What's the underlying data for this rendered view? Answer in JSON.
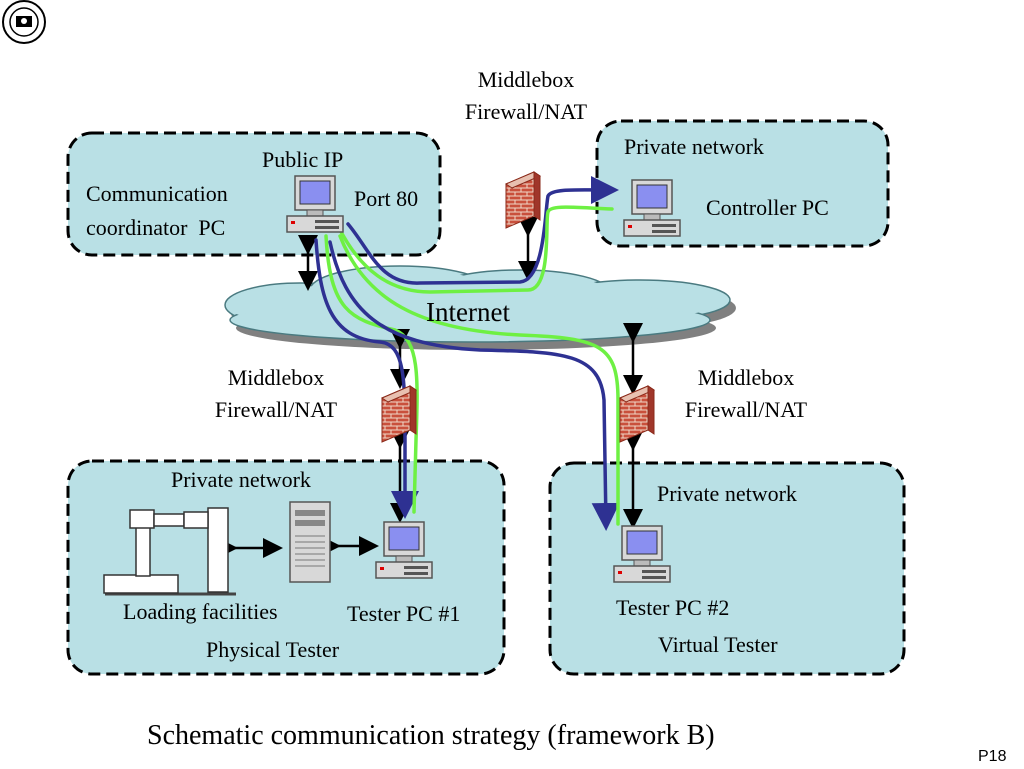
{
  "slide": {
    "logo_label": "university-seal",
    "caption": "Schematic communication strategy (framework B)",
    "page_number": "P18"
  },
  "colors": {
    "box_fill": "#b9e0e5",
    "cloud_fill": "#b9e0e5",
    "blue_path": "#2e3192",
    "green_path": "#6ef043",
    "firewall": "#c24a3a"
  },
  "internet": {
    "label": "Internet"
  },
  "middleboxes": {
    "top": {
      "line1": "Middlebox",
      "line2": "Firewall/NAT"
    },
    "left": {
      "line1": "Middlebox",
      "line2": "Firewall/NAT"
    },
    "right": {
      "line1": "Middlebox",
      "line2": "Firewall/NAT"
    }
  },
  "coordinator": {
    "public_ip": "Public IP",
    "line1": "Communication",
    "line2": "coordinator  PC",
    "port": "Port 80"
  },
  "controller": {
    "network": "Private network",
    "pc": "Controller PC"
  },
  "physical": {
    "network": "Private network",
    "loading": "Loading facilities",
    "pc": "Tester PC #1",
    "name": "Physical Tester"
  },
  "virtual": {
    "network": "Private network",
    "pc": "Tester PC #2",
    "name": "Virtual Tester"
  }
}
